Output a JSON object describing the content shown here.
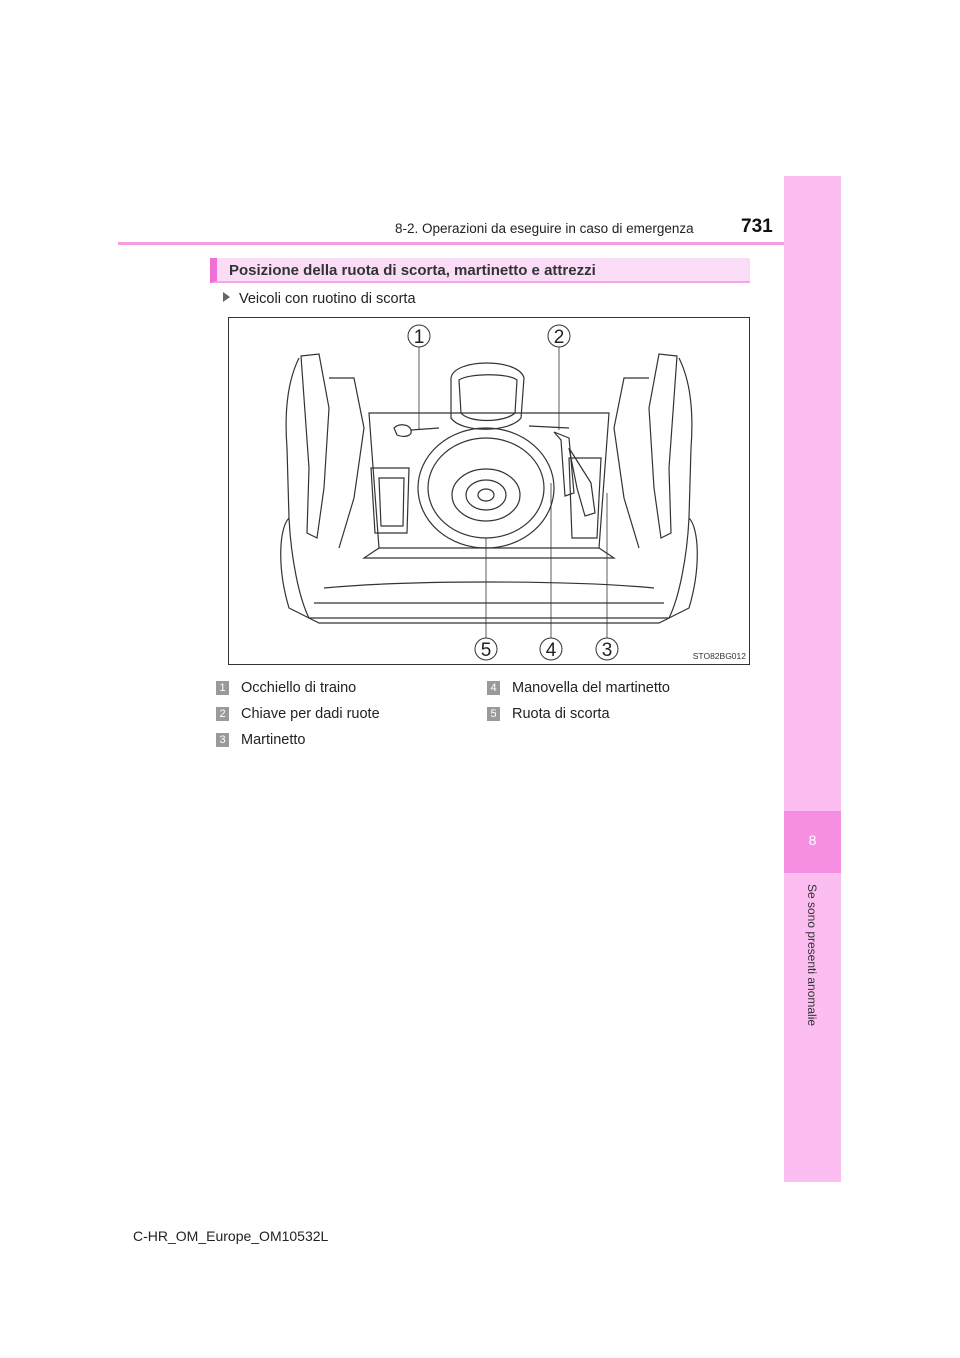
{
  "header": {
    "title": "8-2. Operazioni da eseguire in caso di emergenza",
    "page_number": "731"
  },
  "side_tab": {
    "chapter_number": "8",
    "chapter_title": "Se sono presenti anomalie",
    "color": "#fcbdf1",
    "accent_color": "#f68ee2"
  },
  "section": {
    "heading": "Posizione della ruota di scorta, martinetto e attrezzi"
  },
  "sub_item": {
    "label": "Veicoli con ruotino di scorta"
  },
  "figure": {
    "code": "STO82BG012",
    "callouts": [
      "1",
      "2",
      "3",
      "4",
      "5"
    ]
  },
  "legend": [
    {
      "num": "1",
      "label": "Occhiello di traino"
    },
    {
      "num": "2",
      "label": "Chiave per dadi ruote"
    },
    {
      "num": "3",
      "label": "Martinetto"
    },
    {
      "num": "4",
      "label": "Manovella del martinetto"
    },
    {
      "num": "5",
      "label": "Ruota di scorta"
    }
  ],
  "footer": {
    "text": "C-HR_OM_Europe_OM10532L"
  }
}
